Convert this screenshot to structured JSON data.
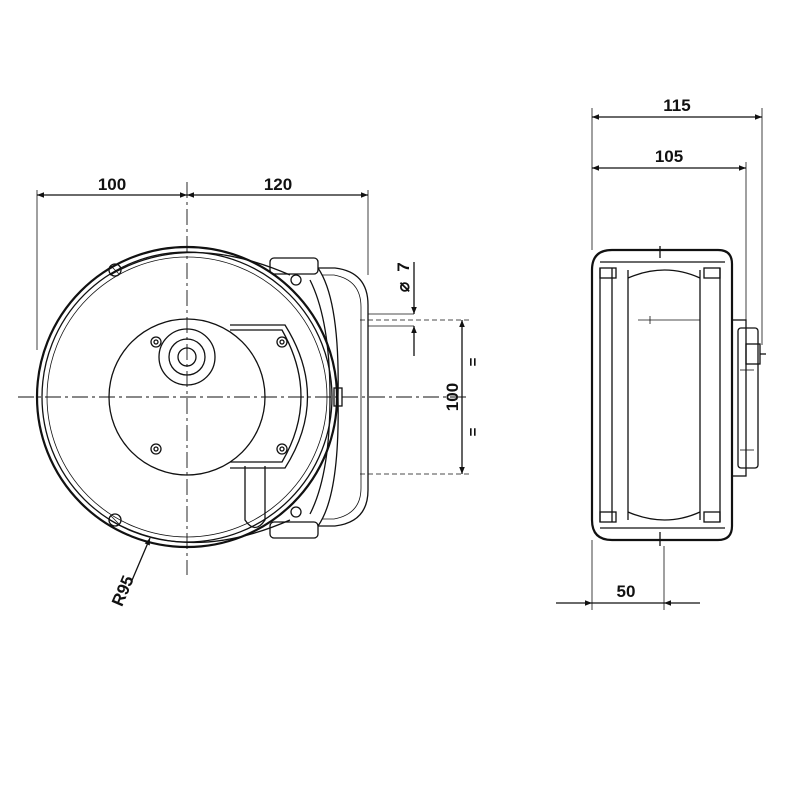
{
  "front_view": {
    "dim_left_width": "100",
    "dim_right_width": "120",
    "dim_hole_spacing": "100",
    "dim_hole_diameter": "7",
    "diameter_symbol": "⌀",
    "dim_radius": "R95",
    "equal_mark": "="
  },
  "side_view": {
    "dim_overall_depth": "115",
    "dim_body_depth": "105",
    "dim_mount_offset": "50"
  }
}
